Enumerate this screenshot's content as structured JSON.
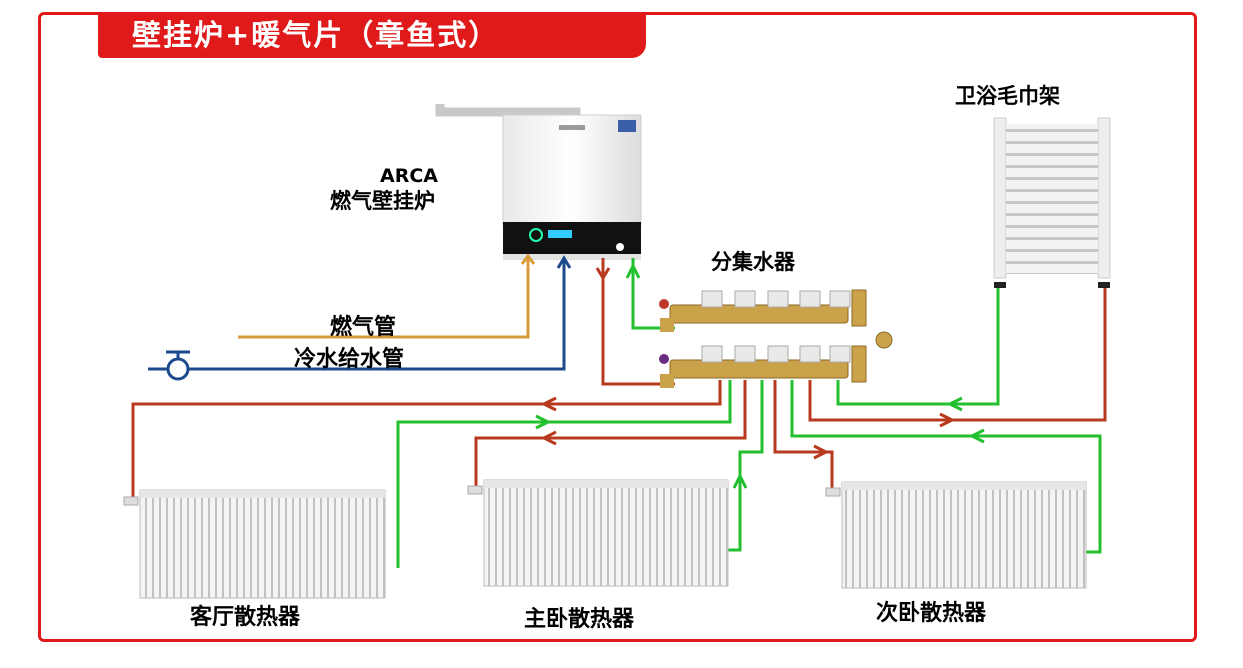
{
  "title": "壁挂炉+暖气片（章鱼式）",
  "labels": {
    "boiler_brand": "ARCA",
    "boiler_name": "燃气壁挂炉",
    "gas_pipe": "燃气管",
    "water_pipe": "冷水给水管",
    "manifold": "分集水器",
    "towel_rack": "卫浴毛巾架",
    "radiator_living": "客厅散热器",
    "radiator_master": "主卧散热器",
    "radiator_second": "次卧散热器"
  },
  "colors": {
    "frame": "#e01a1a",
    "gas_pipe": "#d99a3a",
    "water_pipe": "#1c4a8c",
    "supply_pipe": "#b83a1e",
    "return_pipe": "#22c02e"
  }
}
